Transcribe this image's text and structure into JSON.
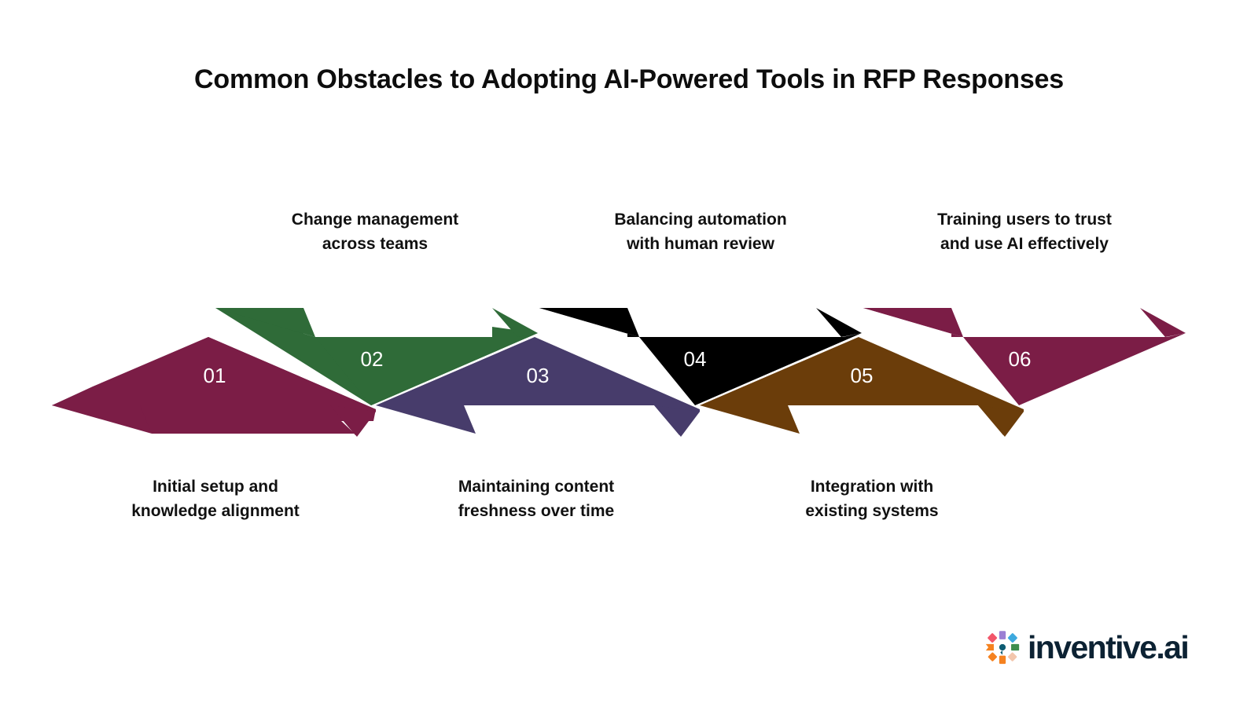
{
  "page": {
    "background": "#ffffff",
    "title": "Common Obstacles to Adopting AI-Powered Tools in RFP Responses"
  },
  "chart_data": {
    "type": "diagram",
    "subtype": "zigzag-arrow-process",
    "title": "Common Obstacles to Adopting AI-Powered Tools in RFP Responses",
    "steps": [
      {
        "number": "01",
        "label": "Initial setup and\nknowledge alignment",
        "color": "#7B1D46",
        "direction": "down-right",
        "caption_position": "below"
      },
      {
        "number": "02",
        "label": "Change management\nacross teams",
        "color": "#2F6B38",
        "direction": "up-right",
        "caption_position": "above"
      },
      {
        "number": "03",
        "label": "Maintaining content\nfreshness over time",
        "color": "#473C6B",
        "direction": "down-right",
        "caption_position": "below"
      },
      {
        "number": "04",
        "label": "Balancing automation\nwith human review",
        "color": "#1D4А5F",
        "direction": "up-right",
        "caption_position": "above"
      },
      {
        "number": "05",
        "label": "Integration with\nexisting systems",
        "color": "#6B3D0A",
        "direction": "down-right",
        "caption_position": "below"
      },
      {
        "number": "06",
        "label": "Training users to trust\nand use AI effectively",
        "color": "#7B1D46",
        "direction": "up-right",
        "caption_position": "above"
      }
    ],
    "palette": {
      "maroon": "#7B1D46",
      "green": "#2F6B38",
      "purple": "#473C6B",
      "teal": "#1D4A5F",
      "brown": "#6B3D0A"
    }
  },
  "branding": {
    "name": "inventive.ai",
    "text_color": "#0c2233",
    "mark_colors": {
      "coral": "#F2566A",
      "violet": "#9B7FD4",
      "blue": "#3DA9DE",
      "orange": "#F58220",
      "green": "#3E8E4E",
      "teal": "#0E5C73",
      "peach": "#F3C6AC"
    }
  }
}
